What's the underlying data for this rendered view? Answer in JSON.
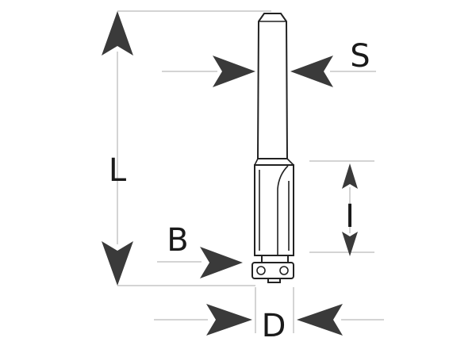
{
  "labels": {
    "shank_diameter": "S",
    "overall_length": "L",
    "cutting_length": "I",
    "bearing_diameter": "B",
    "cutting_diameter": "D"
  },
  "colors": {
    "arrow": "#3a3a3a",
    "outline": "#222222",
    "extension_line": "#a8a8a8",
    "text": "#1a1a1a"
  }
}
